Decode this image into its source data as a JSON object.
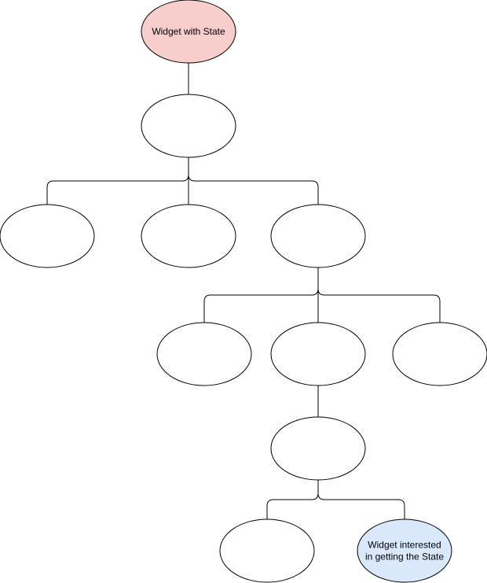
{
  "diagram": {
    "colors": {
      "default_fill": "#ffffff",
      "stroke": "#000000",
      "state_fill": "#f8cecc",
      "state_stroke": "#b85450",
      "interested_fill": "#dae8fc",
      "interested_stroke": "#6c8ebf"
    },
    "nodes": [
      {
        "id": "n-root",
        "label": "Widget with State",
        "style": "state"
      },
      {
        "id": "n-1",
        "label": "",
        "style": "default"
      },
      {
        "id": "n-2a",
        "label": "",
        "style": "default"
      },
      {
        "id": "n-2b",
        "label": "",
        "style": "default"
      },
      {
        "id": "n-2c",
        "label": "",
        "style": "default"
      },
      {
        "id": "n-3a",
        "label": "",
        "style": "default"
      },
      {
        "id": "n-3b",
        "label": "",
        "style": "default"
      },
      {
        "id": "n-3c",
        "label": "",
        "style": "default"
      },
      {
        "id": "n-4",
        "label": "",
        "style": "default"
      },
      {
        "id": "n-5a",
        "label": "",
        "style": "default"
      },
      {
        "id": "n-5b",
        "label": "Widget interested in getting the State",
        "style": "interested"
      }
    ],
    "edges": [
      {
        "from": "n-root",
        "to": "n-1"
      },
      {
        "from": "n-1",
        "to": "n-2a"
      },
      {
        "from": "n-1",
        "to": "n-2b"
      },
      {
        "from": "n-1",
        "to": "n-2c"
      },
      {
        "from": "n-2c",
        "to": "n-3a"
      },
      {
        "from": "n-2c",
        "to": "n-3b"
      },
      {
        "from": "n-2c",
        "to": "n-3c"
      },
      {
        "from": "n-3b",
        "to": "n-4"
      },
      {
        "from": "n-4",
        "to": "n-5a"
      },
      {
        "from": "n-4",
        "to": "n-5b"
      }
    ]
  }
}
